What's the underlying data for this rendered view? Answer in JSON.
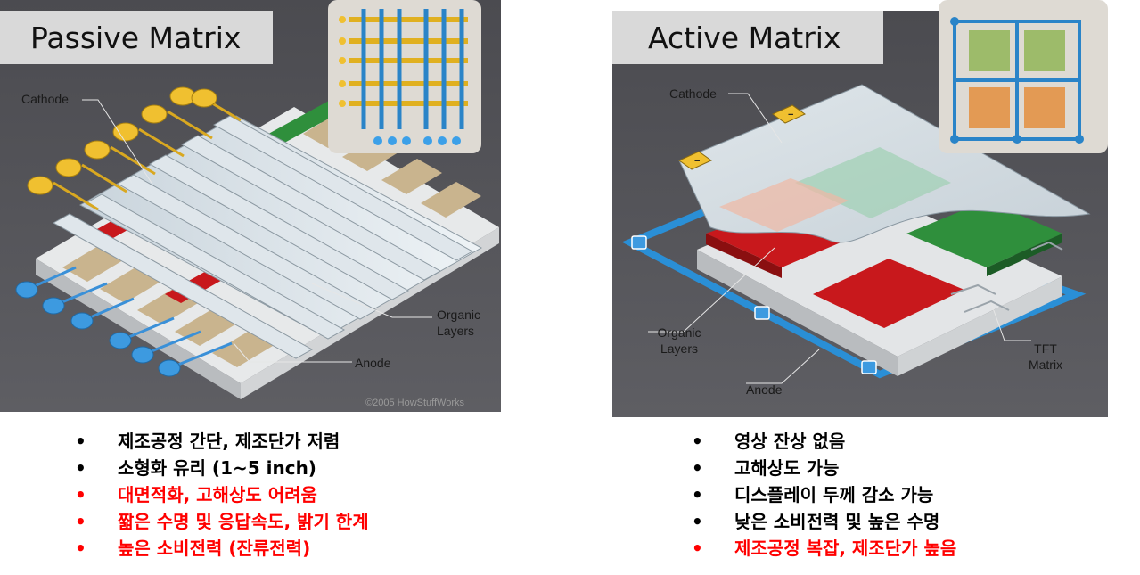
{
  "colors": {
    "black_text": "#000000",
    "red_text": "#ff0000",
    "title_bg": "#d9d9d9",
    "dark_bg": "#4a4a4e",
    "red_layer": "#d01818",
    "green_layer": "#2e8b3a",
    "anode_blue": "#2a8fd6"
  },
  "passive": {
    "title": "Passive Matrix",
    "labels": {
      "cathode": "Cathode",
      "organic": "Organic\nLayers",
      "anode": "Anode"
    },
    "watermark": "©2005 HowStuffWorks",
    "bullets": [
      {
        "text": "제조공정 간단, 제조단가 저렴",
        "color": "#000000"
      },
      {
        "text": "소형화 유리 (1~5 inch)",
        "color": "#000000"
      },
      {
        "text": "대면적화, 고해상도 어려움",
        "color": "#ff0000"
      },
      {
        "text": "짧은 수명 및 응답속도, 밝기 한계",
        "color": "#ff0000"
      },
      {
        "text": "높은 소비전력 (잔류전력)",
        "color": "#ff0000"
      }
    ]
  },
  "active": {
    "title": "Active Matrix",
    "labels": {
      "cathode": "Cathode",
      "organic": "Organic\nLayers",
      "anode": "Anode",
      "tft": "TFT\nMatrix"
    },
    "bullets": [
      {
        "text": "영상 잔상 없음",
        "color": "#000000"
      },
      {
        "text": "고해상도 가능",
        "color": "#000000"
      },
      {
        "text": "디스플레이 두께 감소 가능",
        "color": "#000000"
      },
      {
        "text": "낮은 소비전력 및 높은 수명",
        "color": "#000000"
      },
      {
        "text": "제조공정 복잡, 제조단가 높음",
        "color": "#ff0000"
      }
    ]
  },
  "bullet_symbol": "•"
}
